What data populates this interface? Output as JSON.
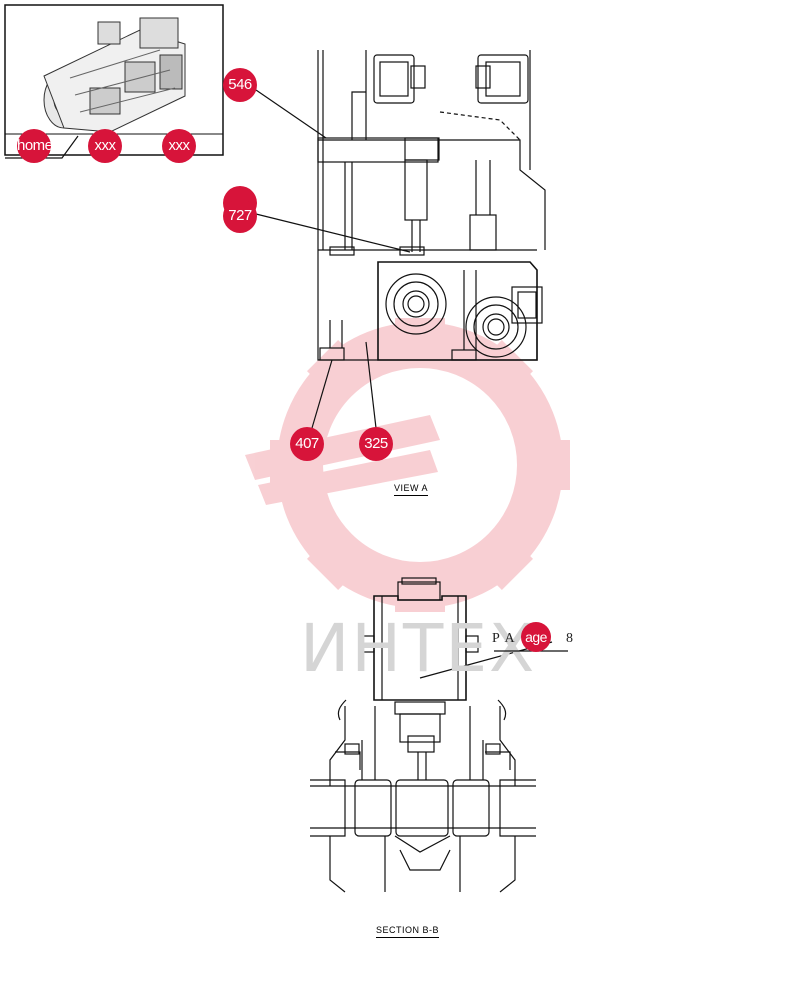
{
  "thumbnail": {
    "nav": {
      "home_label": "home",
      "prev_label": "xxx",
      "next_label": "xxx"
    }
  },
  "callouts": {
    "c546": "546",
    "c727": "727",
    "c407": "407",
    "c325": "325",
    "page_link": "age"
  },
  "captions": {
    "view_a": "VIEW  A",
    "section_bb": "SECTION  B-B"
  },
  "drawing": {
    "page_label": "PA",
    "page_number": "8"
  },
  "watermark": {
    "brand": "ИНТЕХ"
  },
  "colors": {
    "callout": "#d7143a",
    "watermark_gear": "#f6c8cc"
  }
}
